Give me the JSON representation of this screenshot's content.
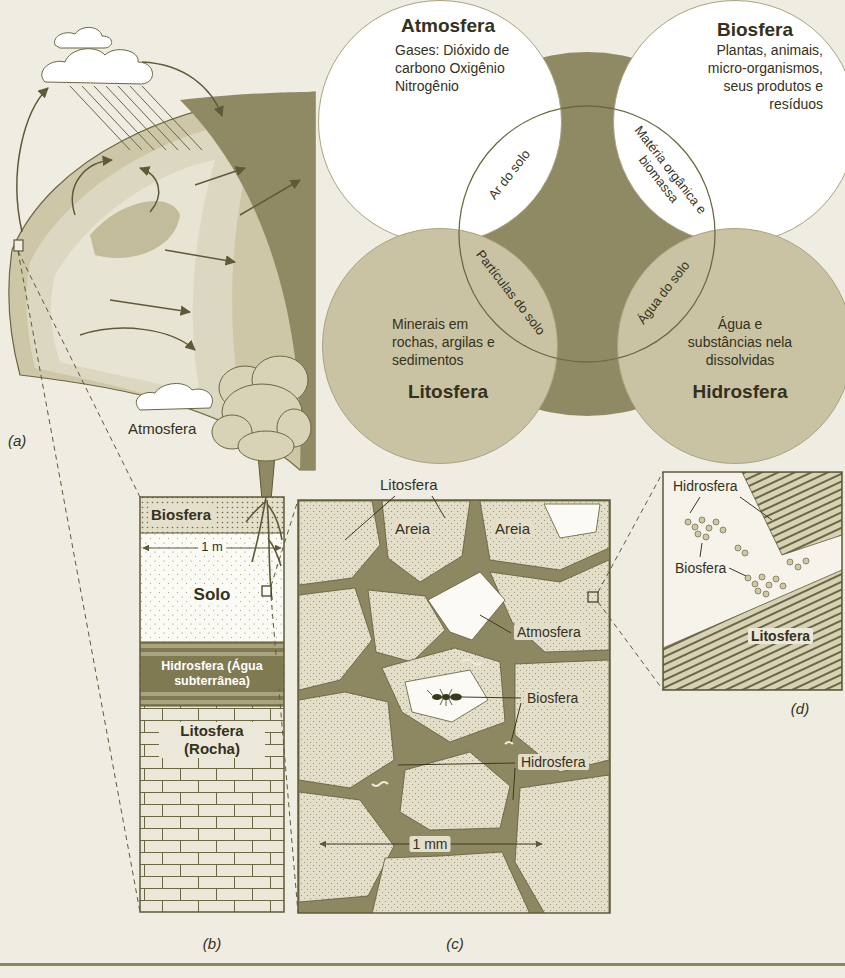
{
  "diagram": {
    "nodes": [
      {
        "text": [
          "Atmosfera",
          "Gases: Dióxido de carbono Oxigênio Nitrogênio"
        ]
      },
      {
        "text": [
          "Biosfera",
          "Plantas, animais, micro-organismos, seus produtos e resíduos"
        ]
      },
      {
        "text": [
          "Minerais em rochas, argilas e sedimentos",
          "Litosfera"
        ]
      },
      {
        "text": [
          "Água e substâncias nela dissolvidas",
          "Hidrosfera"
        ]
      },
      {
        "text": [
          "Biosfera"
        ]
      },
      {
        "text": [
          "Solo"
        ]
      },
      {
        "text": [
          "Hidrosfera (Água subterrânea)"
        ]
      },
      {
        "text": [
          "Litosfera (Rocha)"
        ]
      }
    ],
    "labels": [
      "Ar do solo",
      "Matéria orgânica e biomassa",
      "Partículas do solo",
      "Água do solo",
      "Atmosfera",
      "(a)",
      "1 m",
      "(b)",
      "Litosfera",
      "Areia",
      "Areia",
      "Atmosfera",
      "Biosfera",
      "Hidrosfera",
      "1 mm",
      "(c)",
      "Hidrosfera",
      "Biosfera",
      "Litosfera",
      "(d)"
    ]
  }
}
